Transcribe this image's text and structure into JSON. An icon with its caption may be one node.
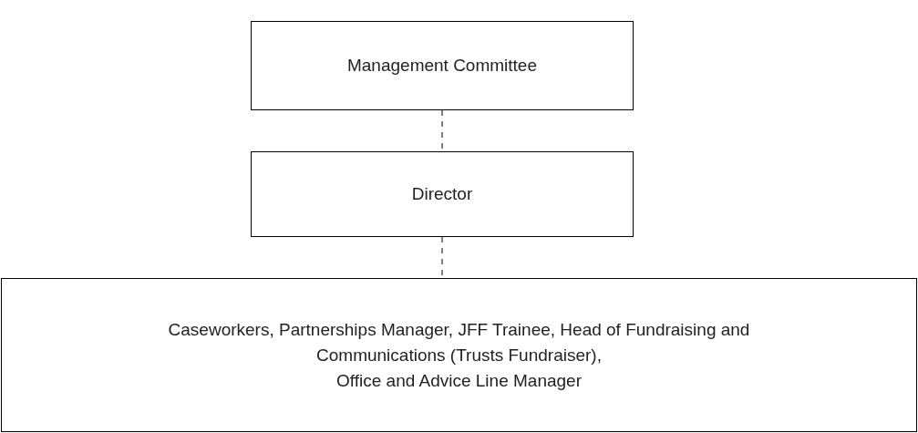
{
  "diagram": {
    "nodes": [
      {
        "text": [
          "Management Committee"
        ]
      },
      {
        "text": [
          "Director"
        ]
      },
      {
        "text": [
          "Caseworkers, Partnerships Manager, JFF Trainee, Head of Fundraising and Communications (Trusts Fundraiser),",
          "Office and Advice Line Manager"
        ]
      }
    ],
    "edges": [
      {
        "from": 0,
        "to": 1,
        "arrow": "none",
        "style": "dashed"
      },
      {
        "from": 1,
        "to": 2,
        "arrow": "none",
        "style": "dashed"
      }
    ]
  }
}
